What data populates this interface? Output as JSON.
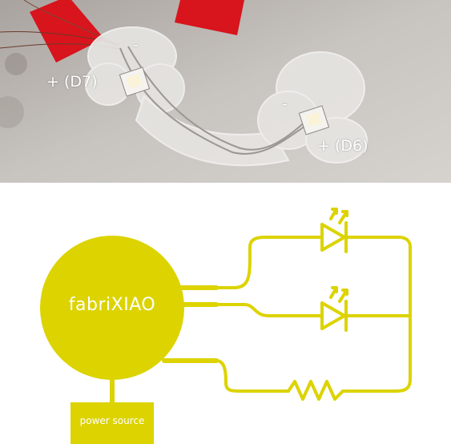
{
  "photo": {
    "labels": {
      "d7_plus": "+ (D7)",
      "d7_minus": "-",
      "d6_minus": "-",
      "d6_plus": "+ (D6)"
    }
  },
  "diagram": {
    "mcu_label": "fabriXIAO",
    "power_label": "power source",
    "colors": {
      "wire": "#dcd300",
      "board": "#dcd300",
      "patch": "#d8141d",
      "background_photo": "#c6c2be"
    },
    "components": [
      "microcontroller-circle",
      "led-top",
      "led-bottom",
      "resistor",
      "power-source-box"
    ]
  }
}
